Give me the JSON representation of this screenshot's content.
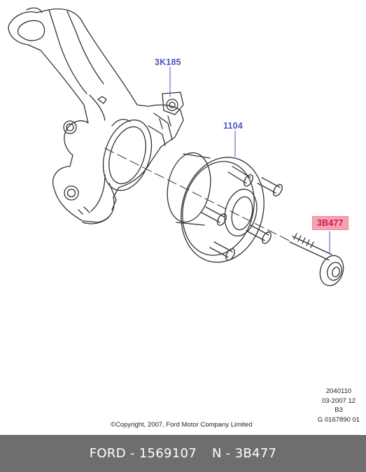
{
  "callouts": {
    "knuckle": "3K185",
    "hub": "1104",
    "bolt": "3B477"
  },
  "highlight_color": "#f5a3b3",
  "callout_color": "#4a55c4",
  "drawing_meta": {
    "line1": "2040110",
    "line2": "03-2007 12",
    "line3": "B3",
    "line4": "G 0167890 01"
  },
  "copyright": "©Copyright, 2007, Ford Motor Company Limited",
  "footer": {
    "part_number": "FORD - 1569107",
    "reference": "N - 3B477"
  },
  "footer_background": "#6e6e6e"
}
